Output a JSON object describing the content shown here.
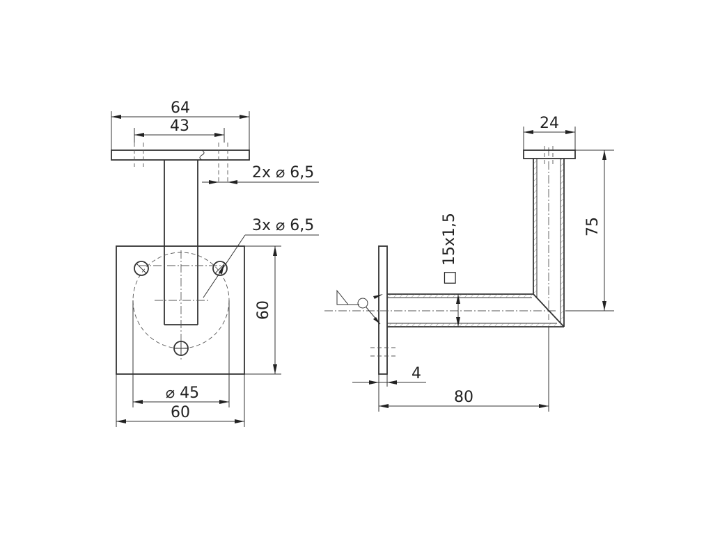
{
  "front_view": {
    "plate_width": "64",
    "hole_spacing": "43",
    "top_holes": "2x ⌀ 6,5",
    "base_holes": "3x ⌀ 6,5",
    "base_height": "60",
    "bolt_circle": "⌀ 45",
    "base_width": "60"
  },
  "side_view": {
    "top_width": "24",
    "height": "75",
    "tube_profile": "□ 15x1,5",
    "plate_thickness": "4",
    "projection": "80"
  }
}
